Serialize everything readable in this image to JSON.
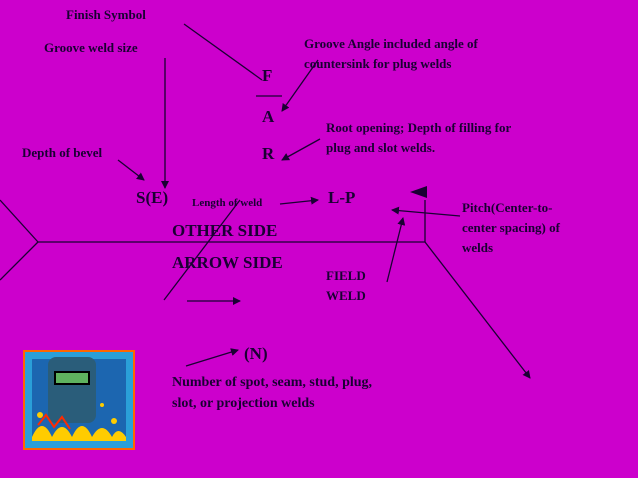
{
  "colors": {
    "background": "#cc00cc",
    "line": "#1a0033"
  },
  "labels": {
    "finish_symbol": "Finish Symbol",
    "groove_weld_size": "Groove weld size",
    "groove_angle": [
      "Groove Angle included angle of",
      "countersink for plug welds"
    ],
    "letter_f": "F",
    "letter_a": "A",
    "letter_r": "R",
    "root_opening": [
      "Root opening; Depth of filling for",
      "plug and slot welds."
    ],
    "depth_of_bevel": "Depth of bevel",
    "s_e": "S(E)",
    "length_of_weld": "Length of weld",
    "l_p": "L-P",
    "pitch": [
      "Pitch(Center-to-",
      "center spacing) of",
      "welds"
    ],
    "other_side": "OTHER SIDE",
    "arrow_side": "ARROW SIDE",
    "field_weld": [
      "FIELD",
      "WELD"
    ],
    "n": "(N)",
    "number_of_welds": [
      "Number of spot, seam, stud, plug,",
      "slot, or projection welds"
    ]
  },
  "icons": {
    "clipart": "welder-mask-icon",
    "field_flag": "field-weld-flag-icon"
  }
}
